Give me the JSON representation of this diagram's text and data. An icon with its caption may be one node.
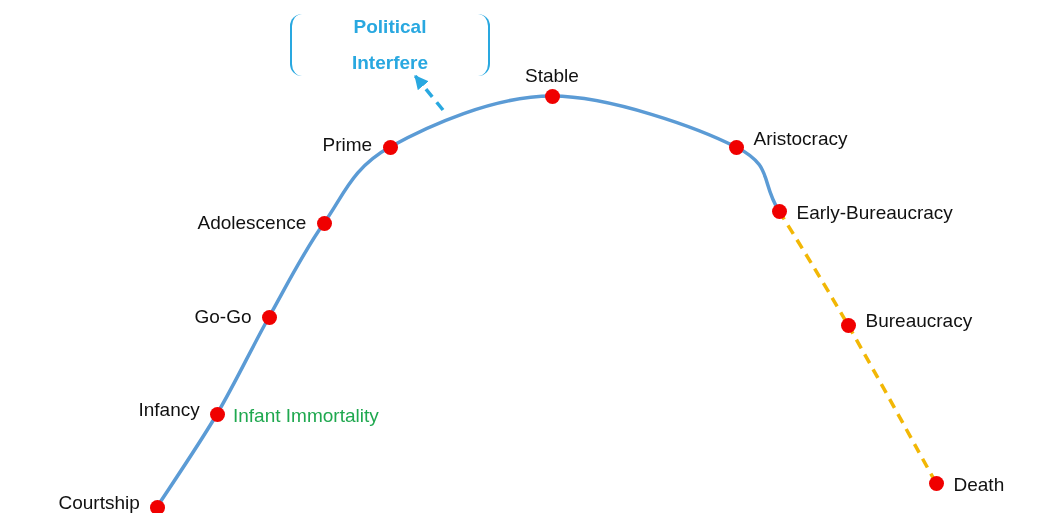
{
  "diagram": {
    "nodes": [
      {
        "text": [
          "Courtship"
        ]
      },
      {
        "text": [
          "Infancy"
        ],
        "beside": [
          "Infant Immortality"
        ]
      },
      {
        "text": [
          "Go-Go"
        ]
      },
      {
        "text": [
          "Adolescence"
        ]
      },
      {
        "text": [
          "Prime"
        ]
      },
      {
        "text": [
          "Stable"
        ]
      },
      {
        "text": [
          "Aristocracy"
        ]
      },
      {
        "text": [
          "Early-Bureaucracy"
        ]
      },
      {
        "text": [
          "Bureaucracy"
        ]
      },
      {
        "text": [
          "Death"
        ]
      },
      {
        "text": [
          "Political Interfere"
        ]
      }
    ],
    "edges": [
      {
        "from": 0,
        "to": 1,
        "arrow": "none"
      },
      {
        "from": 1,
        "to": 2,
        "arrow": "none"
      },
      {
        "from": 2,
        "to": 3,
        "arrow": "none"
      },
      {
        "from": 3,
        "to": 4,
        "arrow": "none"
      },
      {
        "from": 4,
        "to": 5,
        "arrow": "none"
      },
      {
        "from": 5,
        "to": 6,
        "arrow": "none"
      },
      {
        "from": 6,
        "to": 7,
        "arrow": "none"
      },
      {
        "from": 7,
        "to": 8,
        "arrow": "none",
        "style": "dashed",
        "color": "#f2b705"
      },
      {
        "from": 8,
        "to": 9,
        "arrow": "none",
        "style": "dashed",
        "color": "#f2b705"
      },
      {
        "from": null,
        "to": 10,
        "arrow": "to",
        "style": "dashed",
        "color": "#29a8e0"
      }
    ]
  }
}
